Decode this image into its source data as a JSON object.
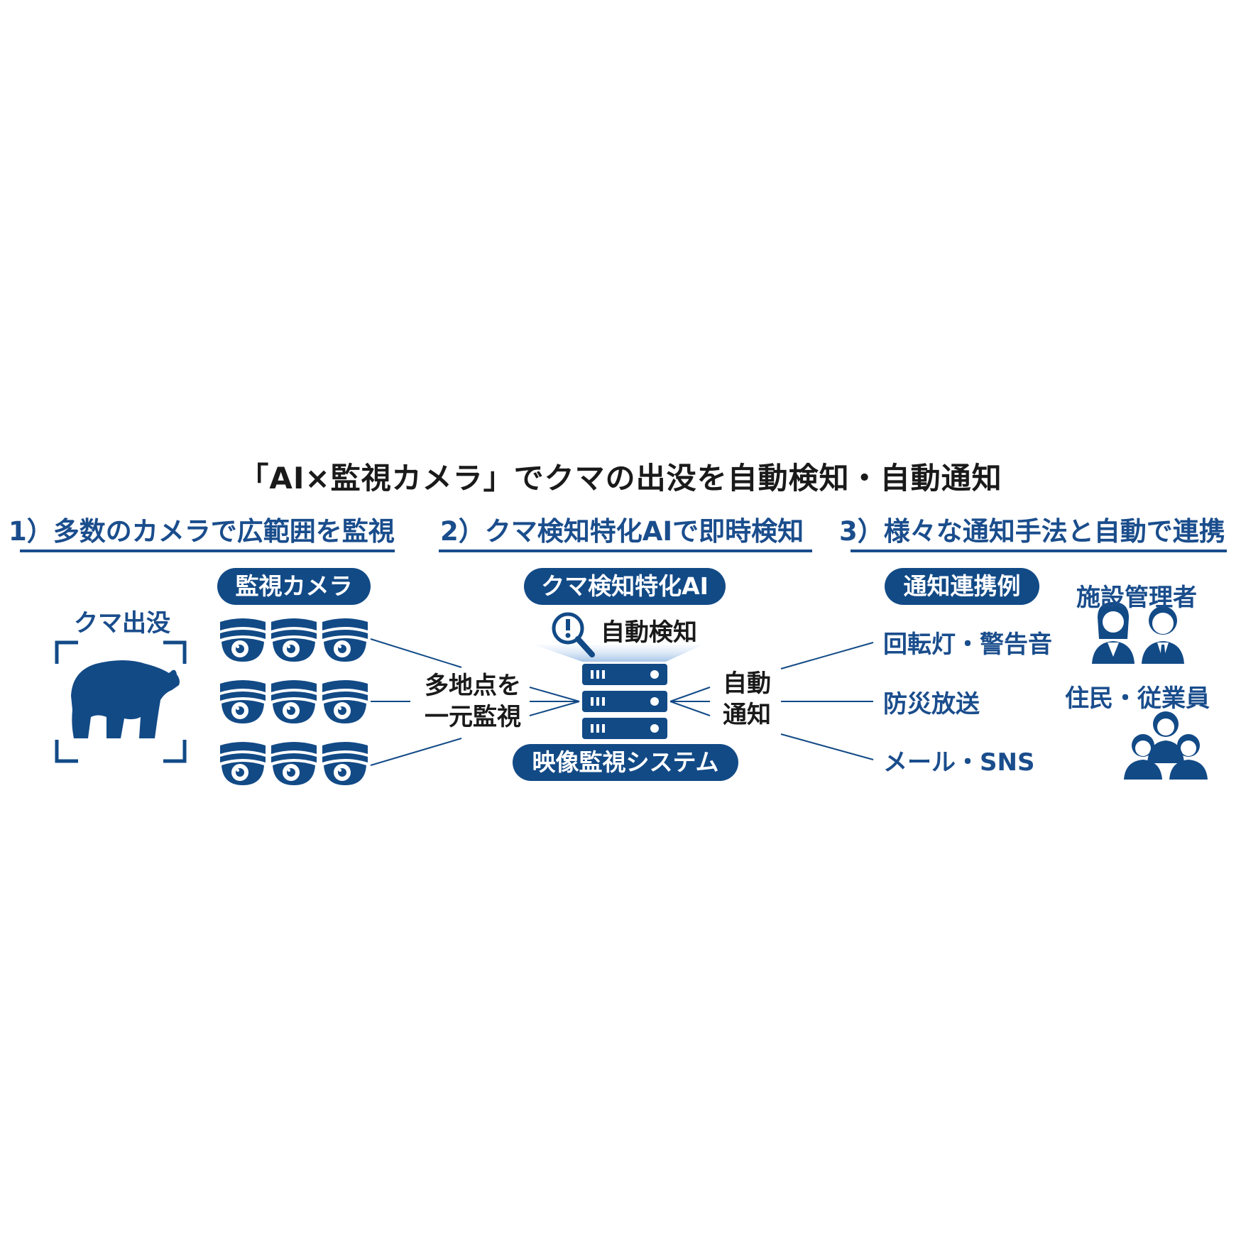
{
  "title": "「AI×監視カメラ」でクマの出没を自動検知・自動通知",
  "sections": [
    {
      "heading": "1）多数のカメラで広範囲を監視"
    },
    {
      "heading": "2）クマ検知特化AIで即時検知"
    },
    {
      "heading": "3）様々な通知手法と自動で連携"
    }
  ],
  "left": {
    "bear_label": "クマ出没",
    "camera_pill": "監視カメラ"
  },
  "center": {
    "ai_pill": "クマ検知特化AI",
    "detect_label": "自動検知",
    "monitor_label_line1": "多地点を",
    "monitor_label_line2": "一元監視",
    "notify_label_line1": "自動",
    "notify_label_line2": "通知",
    "system_pill": "映像監視システム"
  },
  "right": {
    "notify_pill": "通知連携例",
    "methods": [
      "回転灯・警告音",
      "防災放送",
      "メール・SNS"
    ],
    "recipient1": "施設管理者",
    "recipient2": "住民・従業員"
  },
  "colors": {
    "brand": "#124a86",
    "text_blue": "#1a4d8c",
    "text_dark": "#1a1a1a"
  },
  "icons": [
    "bear-icon",
    "dome-camera-icon",
    "server-icon",
    "magnifier-alert-icon",
    "manager-icon",
    "residents-icon"
  ]
}
